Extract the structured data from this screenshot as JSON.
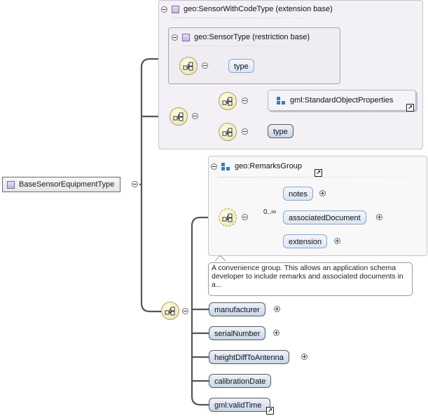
{
  "root": {
    "label": "BaseSensorEquipmentType"
  },
  "sensorWithCode": {
    "title": "geo:SensorWithCodeType (extension base)"
  },
  "sensorType": {
    "title": "geo:SensorType (restriction base)",
    "type_label": "type"
  },
  "ext_sequence": {
    "standard_label": "gml:StandardObjectProperties",
    "type_label": "type"
  },
  "remarks": {
    "title": "geo:RemarksGroup",
    "cardinality": "0..∞",
    "items": [
      "notes",
      "associatedDocument",
      "extension"
    ],
    "tooltip": "A convenience group. This allows an application schema developer to include remarks and associated documents in a..."
  },
  "elements": [
    "manufacturer",
    "serialNumber",
    "heightDiffToAntenna",
    "calibrationDate",
    "gml:validTime"
  ],
  "icons": {
    "type": "type-swatch-icon",
    "sequence": "sequence-compositor-icon",
    "group": "model-group-icon",
    "collapse": "collapse-icon",
    "expand": "expand-icon",
    "reference": "reference-arrow-icon"
  },
  "colors": {
    "group_bg": "#f3f1f6",
    "element_fill": "#c9d6ea",
    "sequence_fill": "#ece4a8",
    "group_icon": "#3b7bbf"
  }
}
